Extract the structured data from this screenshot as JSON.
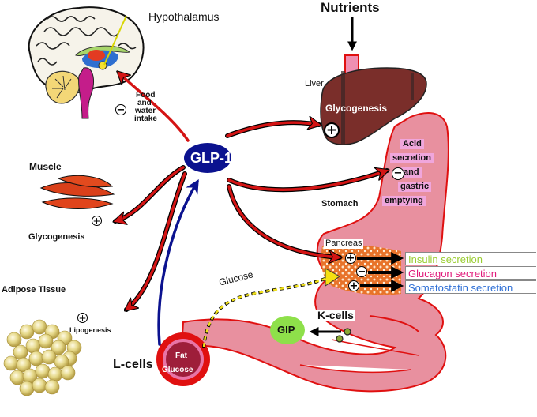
{
  "title": "GLP-1 physiological actions",
  "hub": {
    "label": "GLP-1",
    "color": "#0b128f"
  },
  "organs": {
    "brain": {
      "label": "Hypothalamus",
      "effect_text": [
        "Food",
        "and",
        "water",
        "intake"
      ],
      "effect_sign": "−"
    },
    "liver": {
      "label": "Liver",
      "effect_text": "Glycogenesis",
      "effect_sign": "+"
    },
    "nutrients": {
      "label": "Nutrients"
    },
    "stomach": {
      "label": "Stomach",
      "effect_text": [
        "Acid",
        "secretion",
        "and",
        "gastric",
        "emptying"
      ],
      "effect_sign": "−"
    },
    "muscle": {
      "label": "Muscle",
      "effect_text": "Glycogenesis",
      "effect_sign": "+"
    },
    "adipose": {
      "label": "Adipose Tissue",
      "effect_text": "Lipogenesis",
      "effect_sign": "+"
    },
    "pancreas": {
      "label": "Pancreas",
      "outputs": [
        {
          "sign": "+",
          "label": "Insulin secretion",
          "color": "#9acd32"
        },
        {
          "sign": "−",
          "label": "Glucagon secretion",
          "color": "#e0197a"
        },
        {
          "sign": "+",
          "label": "Somatostatin secretion",
          "color": "#2e6fd6"
        }
      ]
    },
    "intestine": {
      "l_cells": "L-cells",
      "lumen_text": [
        "Fat",
        "Glucose"
      ],
      "k_cells": "K-cells",
      "gip": "GIP",
      "glucose_path": "Glucose"
    }
  },
  "colors": {
    "arrow_red": "#d41414",
    "arrow_blue": "#0b128f",
    "gut_pink": "#e8909f",
    "gut_outline": "#e01010",
    "liver_brown": "#7a2e2a",
    "gip_green": "#8ee04a",
    "glucose_dash": "#f2e21a"
  }
}
